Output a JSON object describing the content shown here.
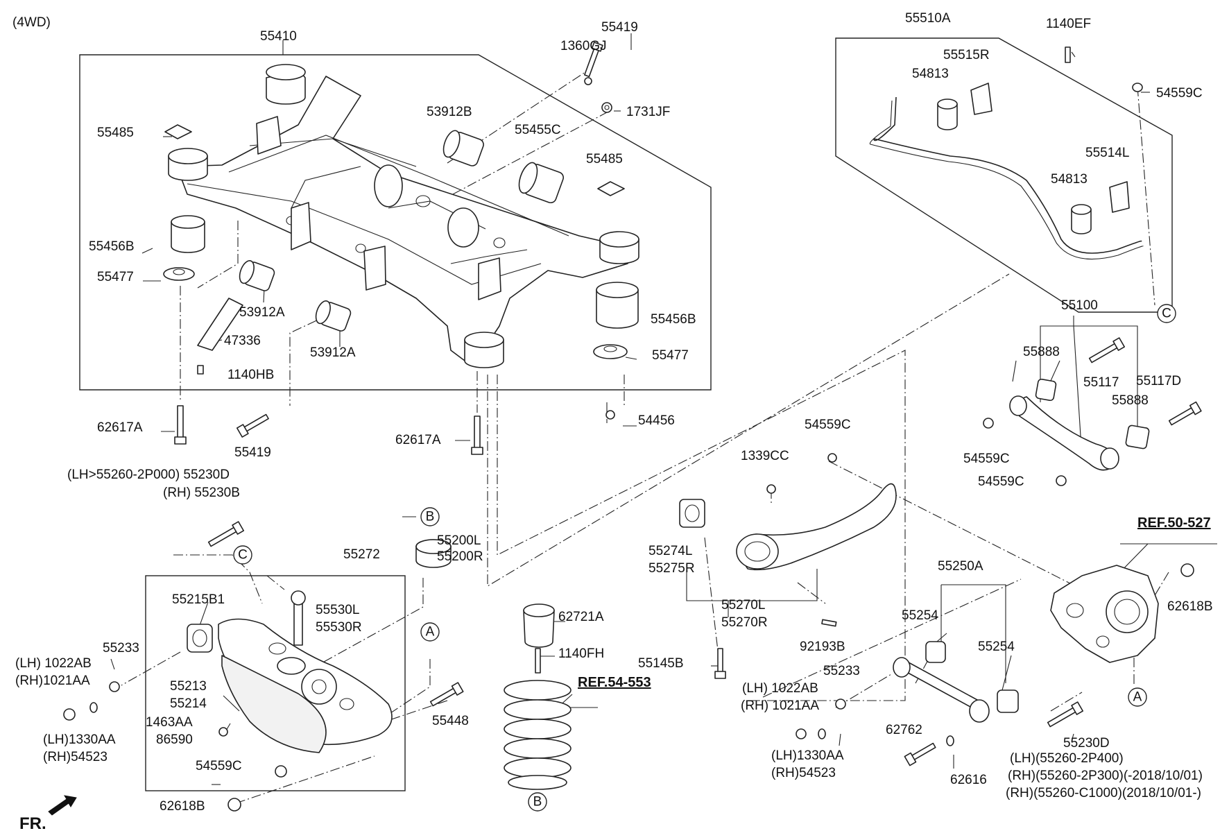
{
  "header": {
    "variant": "(4WD)"
  },
  "footer": {
    "direction": "FR."
  },
  "refs": [
    {
      "id": "ref-54-553",
      "text": "REF.54-553"
    },
    {
      "id": "ref-50-527",
      "text": "REF.50-527"
    }
  ],
  "circle_markers": [
    "B",
    "C",
    "A",
    "A",
    "B",
    "C"
  ],
  "labels": [
    "55410",
    "55419",
    "1360GJ",
    "1731JF",
    "53912B",
    "55455C",
    "55485",
    "55485",
    "55456B",
    "55477",
    "53912A",
    "47336",
    "53912A",
    "1140HB",
    "55456B",
    "55477",
    "62617A",
    "55419",
    "62617A",
    "54456",
    "55510A",
    "1140EF",
    "55515R",
    "54813",
    "54559C",
    "55514L",
    "54813",
    "55100",
    "55888",
    "55117",
    "55117D",
    "55888",
    "54559C",
    "54559C",
    "54559C",
    "1339CC",
    "55274L",
    "55275R",
    "55270L",
    "55270R",
    "92193B",
    "55145B",
    "(LH>55260-2P000) 55230D",
    "(RH) 55230B",
    "55200L",
    "55200R",
    "55272",
    "55215B1",
    "55530L",
    "55530R",
    "55233",
    "(LH) 1022AB",
    "(RH)1021AA",
    "55213",
    "55214",
    "1463AA",
    "86590",
    "(LH)1330AA",
    "(RH)54523",
    "55448",
    "54559C",
    "62618B",
    "62721A",
    "1140FH",
    "55250A",
    "55254",
    "55254",
    "55233",
    "(LH) 1022AB",
    "(RH) 1021AA",
    "(LH)1330AA",
    "(RH)54523",
    "62762",
    "62616",
    "62618B",
    "55230D",
    "(LH)(55260-2P400)",
    "(RH)(55260-2P300)(-2018/10/01)",
    "(RH)(55260-C1000)(2018/10/01-)"
  ]
}
